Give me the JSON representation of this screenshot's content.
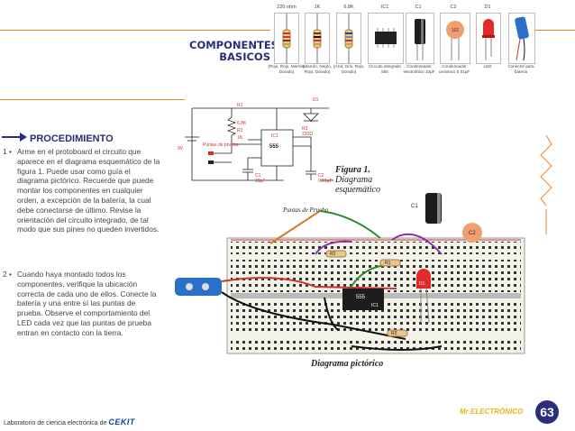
{
  "header": {
    "title_line1": "COMPONENTES",
    "title_line2": "BASICOS"
  },
  "components": [
    {
      "top": "220 ohm",
      "caption": "(Rojo, Rojo, Marrón, Dorado)"
    },
    {
      "top": "1K",
      "caption": "(Marrón, Negro, Rojo, Dorado)"
    },
    {
      "top": "6.8K",
      "caption": "(Azul, Gris, Rojo, Dorado)"
    },
    {
      "top": "IC1",
      "caption": "Circuito integrado 555"
    },
    {
      "top": "C1",
      "caption": "Condensador electrolítico 10μF"
    },
    {
      "top": "C2",
      "caption": "Condensador cerámico 0.01μF"
    },
    {
      "top": "D1",
      "caption": "LED"
    },
    {
      "top": "",
      "caption": "Conector para batería"
    }
  ],
  "procedure": {
    "heading": "PROCEDIMIENTO",
    "items": [
      {
        "num": "1 •",
        "text": "Arme en el protoboard el circuito que aparece en el diagrama esquemático de la figura 1. Puede usar como guía el diagrama pictórico. Recuerde que puede montar los componentes en cualquier orden, a excepción de la batería, la cual debe conectarse de último. Revise la orientación del circuito integrado, de tal modo que sus pines no queden invertidos."
      },
      {
        "num": "2 •",
        "text": "Cuando haya montado todos los componentes, verifique la ubicación correcta de cada uno de ellos. Conecte la batería y una entre sí las puntas de prueba. Observe el comportamiento del LED cada vez que las puntas de prueba entran en contacto con la tierra."
      }
    ]
  },
  "schematic": {
    "labels": [
      "R1",
      "6.8K",
      "R2",
      "1K",
      "D1",
      "R3",
      "220Ω",
      "IC1",
      "555",
      "Puntas de prueba",
      "C1",
      "10μF",
      "C2",
      "0.01μF",
      "9V"
    ]
  },
  "figure": {
    "label": "Figura 1.",
    "line2": "Diagrama",
    "line3": "esquemático"
  },
  "pictorial": {
    "probes_label": "Puntas de Prueba",
    "caption": "Diagrama pictórico",
    "labels": [
      "C1",
      "C2",
      "R2",
      "R1",
      "D1",
      "555",
      "IC1",
      "R3"
    ]
  },
  "footer": {
    "text": "Laboratorio de ciencia electrónica de",
    "brand": "CEKIT"
  },
  "logo": {
    "text": "Mr ELECTRÓNICO"
  },
  "page": {
    "number": "63"
  },
  "colors": {
    "accent": "#e8862a",
    "title": "#2b2e78",
    "board": "#f4f3ea",
    "red": "#d0312d"
  }
}
